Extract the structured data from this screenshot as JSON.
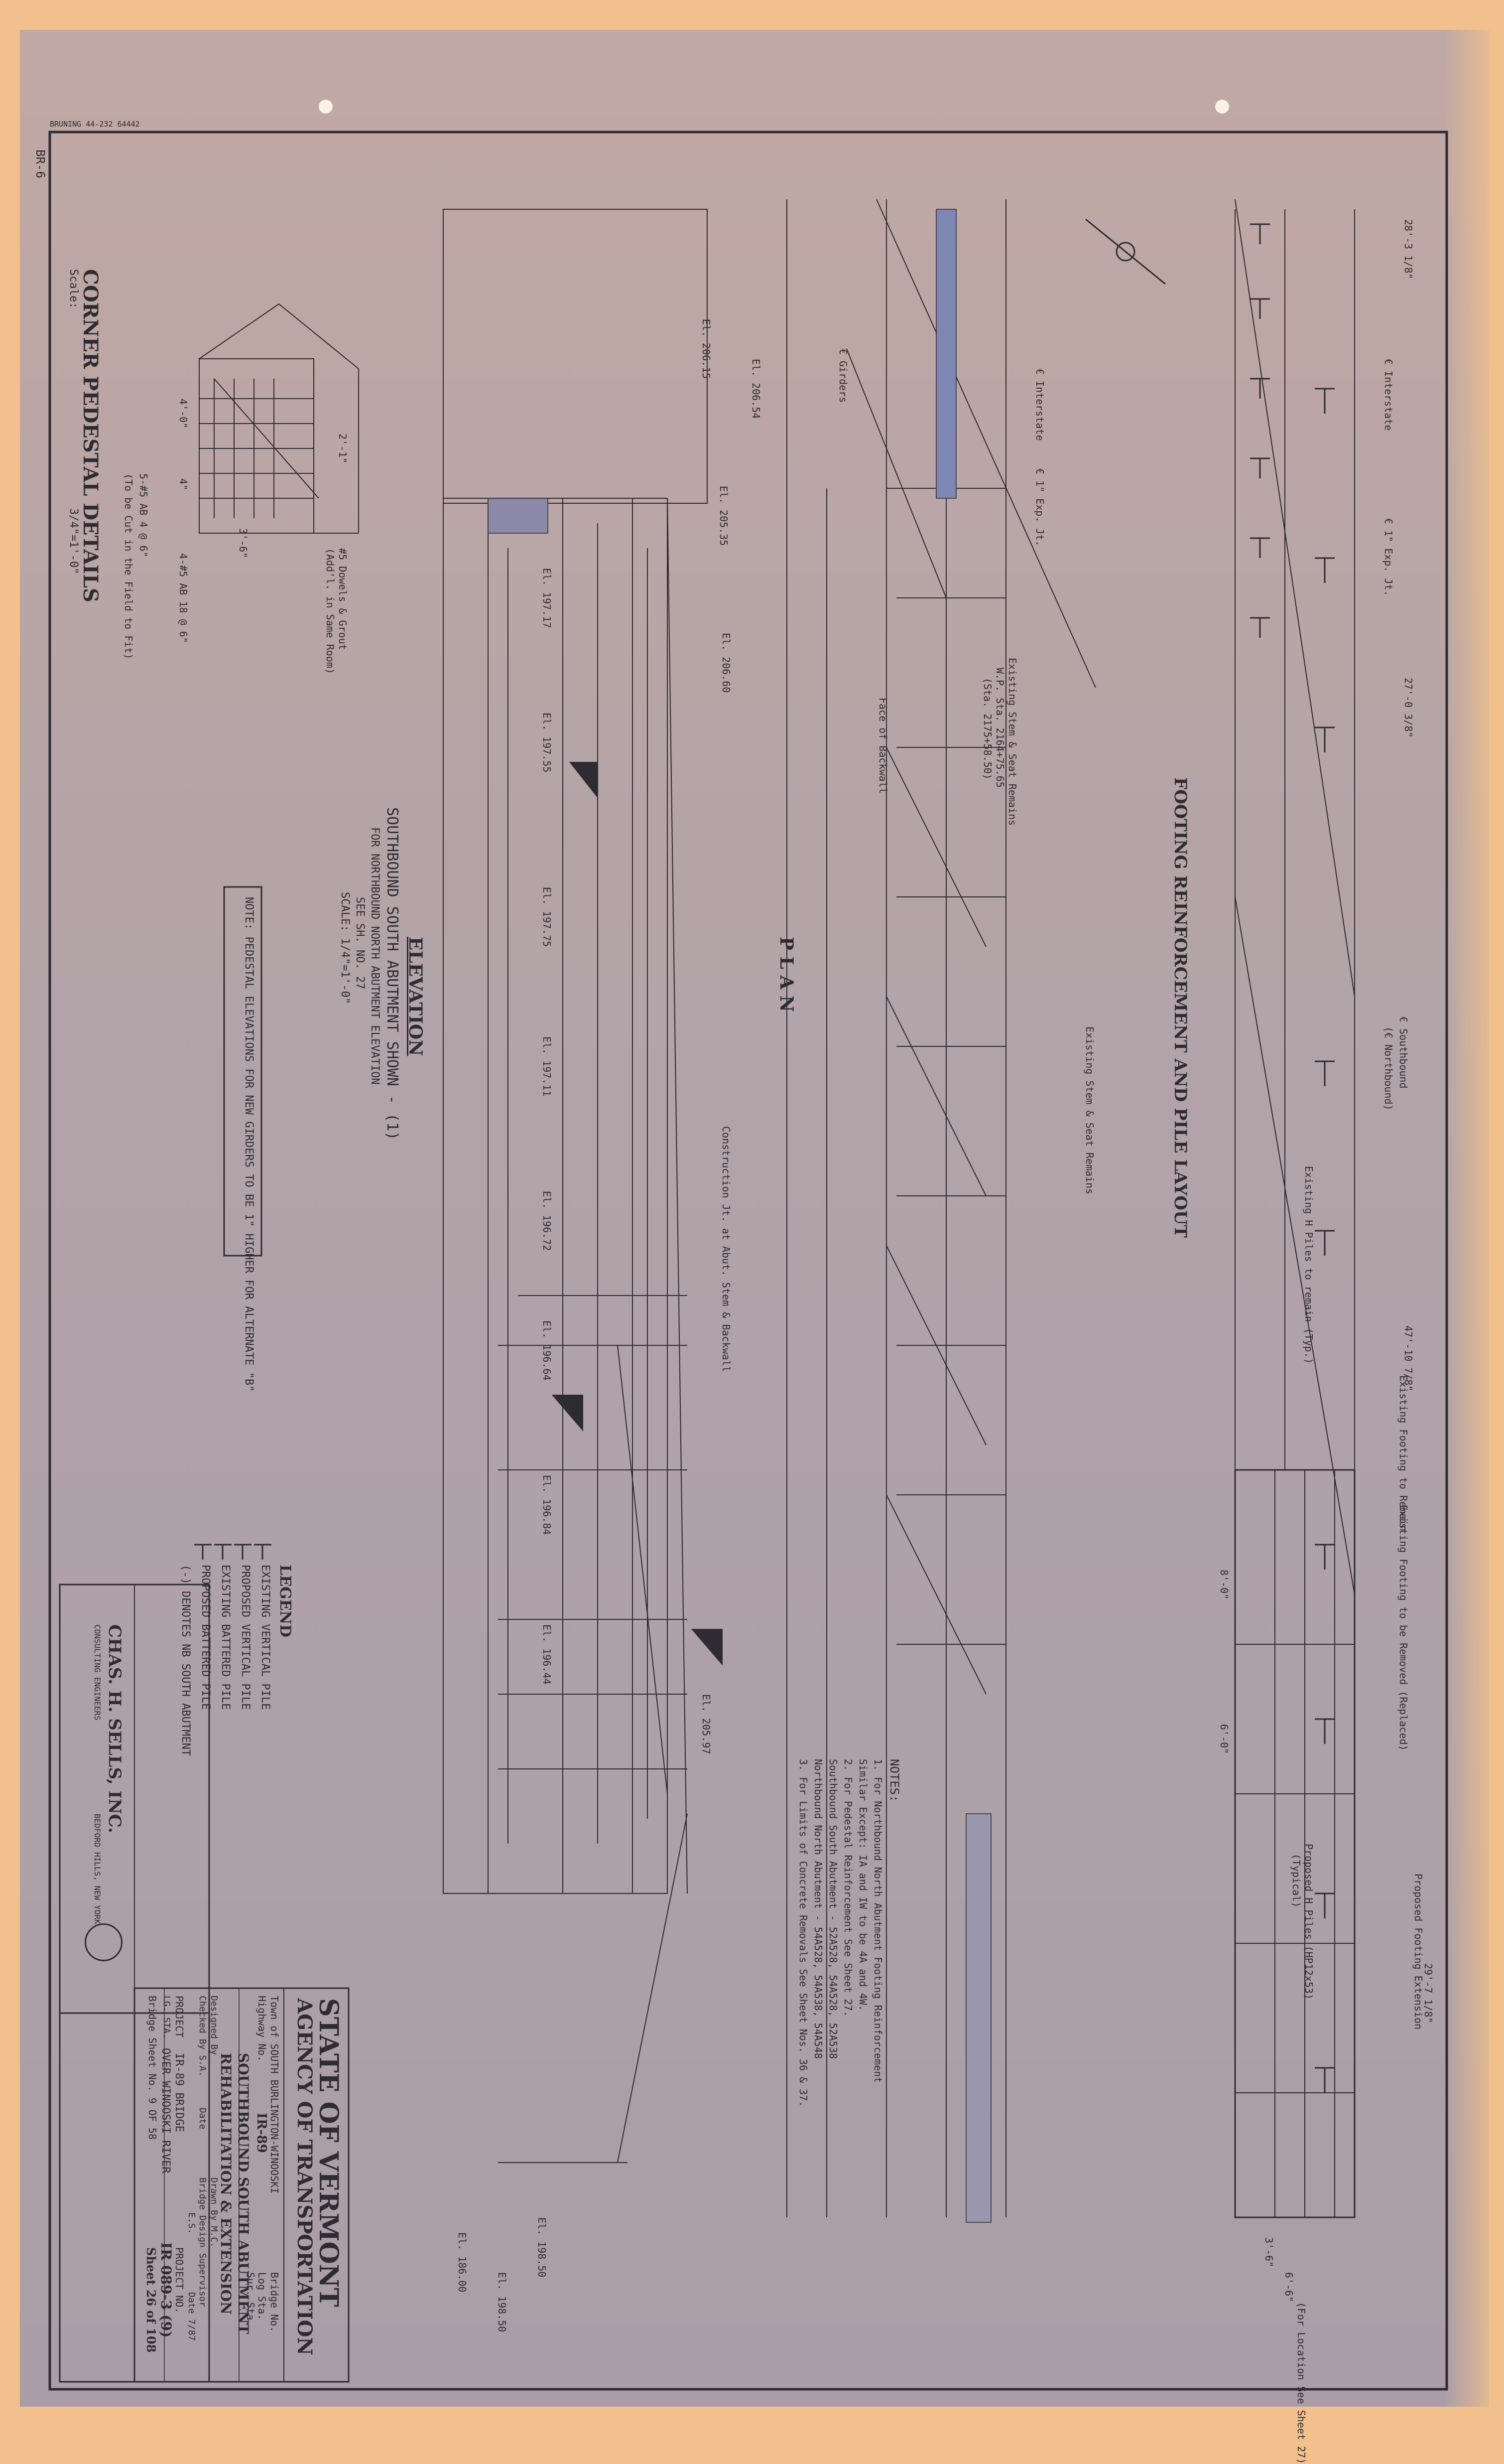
{
  "sheet": {
    "top_label": "BRUNING 44-232 64442",
    "corner_label": "BR-6"
  },
  "corner_pedestal": {
    "title": "CORNER PEDESTAL DETAILS",
    "scale": "Scale:",
    "scale_value": "3/4\"=1'-0\"",
    "notes": [
      "5-#5 AB 4 @ 6\"",
      "(To be Cut in the Field to Fit)",
      "4-#5 AB 18 @ 6\"",
      "#5 Dowels & Grout",
      "(Add'l. in Same Room)"
    ],
    "dims": [
      "4'-0\"",
      "3'-6\"",
      "2'-1\"",
      "4\""
    ]
  },
  "elevation": {
    "title": "ELEVATION",
    "subtitle": "SOUTHBOUND SOUTH ABUTMENT SHOWN - (1)",
    "line2": "FOR NORTHBOUND NORTH ABUTMENT ELEVATION",
    "line3": "SEE SH. NO. 27",
    "scale": "SCALE: 1/4\"=1'-0\"",
    "elevations": [
      "El. 206.15",
      "El. 206.54",
      "El. 205.35",
      "El. 206.60",
      "El. 197.17",
      "El. 197.55",
      "El. 197.75",
      "El. 197.11",
      "El. 196.72",
      "El. 196.64",
      "El. 196.84",
      "El. 196.44",
      "El. 205.97",
      "El. 198.50",
      "El. 198.50",
      "El. 186.00"
    ]
  },
  "plan": {
    "title": "P L A N",
    "notes": [
      "€ Girders",
      "€ Interstate",
      "€ 1\" Exp. Jt.",
      "Existing Stem & Seat Remains",
      "W.P. Sta. 2164+75.65",
      "(Sta. 2175+58.50)",
      "Face of Backwall",
      "Construction Jt. at Abut. Stem & Backwall",
      "Existing Stem & Seat Remains"
    ]
  },
  "footing": {
    "title": "FOOTING REINFORCEMENT AND PILE LAYOUT",
    "notes": [
      "€ Interstate",
      "€ 1\" Exp. Jt.",
      "€ Southbound",
      "(€ Northbound)",
      "Existing H Piles to remain (Typ.)",
      "Existing Footing to Remain",
      "Existing Footing to be Removed (Replaced)",
      "Proposed Footing Extension",
      "Proposed H Piles (HP12x53)",
      "(Typical)",
      "(For Location See Sheet 27)"
    ],
    "dims": [
      "28'-3 1/8\"",
      "27'-0 3/8\"",
      "47'-10 7/8\"",
      "29'-7 1/8\"",
      "6'-6\"",
      "3'-6\"",
      "8'-0\"",
      "6'-0\""
    ]
  },
  "notes": {
    "title": "NOTES:",
    "items": [
      "1. For Northbound North Abutment Footing Reinforcement",
      "Similar Except: IA and IW to be 4A and 4W.",
      "2. For Pedestal Reinforcement See Sheet 27.",
      "Southbound South Abutment - 52A528, 54A528, 52A538",
      "Northbound North Abutment - 54A528, 54A538, 54A548",
      "3. For Limits of Concrete Removals See Sheet Nos. 36 & 37."
    ]
  },
  "pedestal_note": "NOTE: PEDESTAL ELEVATIONS FOR NEW GIRDERS TO BE 1\" HIGHER FOR ALTERNATE \"B\"",
  "legend": {
    "title": "LEGEND",
    "items": [
      "EXISTING VERTICAL PILE",
      "PROPOSED VERTICAL PILE",
      "EXISTING BATTERED PILE",
      "PROPOSED BATTERED PILE",
      "(-) DENOTES NB SOUTH ABUTMENT"
    ]
  },
  "consultant": {
    "name": "CHAS. H. SELLS, INC.",
    "sub": "CONSULTING ENGINEERS",
    "city": "BEDFORD HILLS, NEW YORK"
  },
  "title_block": {
    "state": "STATE OF VERMONT",
    "agency": "AGENCY OF TRANSPORTATION",
    "town": "Town of SOUTH BURLINGTON-WINOOSKI",
    "highway_label": "Highway No.",
    "highway": "IR-89",
    "bridge_no": "Bridge No.",
    "log_sta": "Log Sta.",
    "sur_sta": "Sur. Sta.",
    "drawing_title_1": "SOUTHBOUND SOUTH ABUTMENT",
    "drawing_title_2": "REHABILITATION & EXTENSION",
    "designed": "Designed By",
    "checked": "Checked By S.A.",
    "date": "Date",
    "drawn": "Drawn By M.C.",
    "supervisor": "Bridge Design Supervisor",
    "supervisor_initials": "E.S.",
    "sup_date": "Date 7/87",
    "project_label": "PROJECT",
    "project": "IR-89 BRIDGE",
    "over": "OVER WINOOSKI RIVER",
    "project_no_label": "PROJECT NO.",
    "project_no": "IR 089-3 (9)",
    "lg_sta": "LG. STA.",
    "bridge_sheet": "Bridge Sheet No. 9 OF 58",
    "sheet": "Sheet 26 of 108"
  }
}
